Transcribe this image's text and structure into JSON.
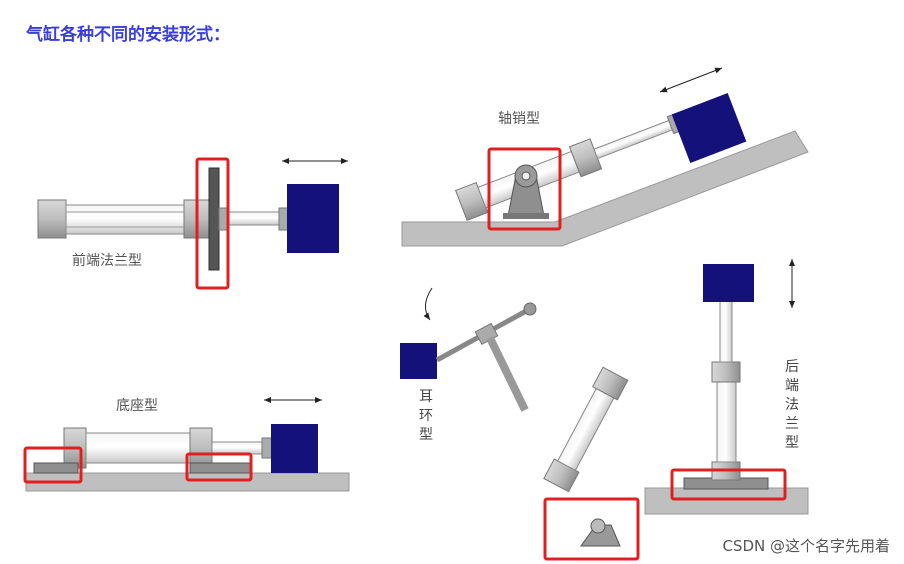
{
  "heading": "气缸各种不同的安装形式：",
  "labels": {
    "front_flange": "前端法兰型",
    "trunnion": "轴销型",
    "foot": "底座型",
    "clevis": "耳环型",
    "rear_flange": "后端法兰型"
  },
  "watermark": "CSDN @这个名字先用着",
  "colors": {
    "heading": "#3a3fd8",
    "load_block": "#14127a",
    "highlight": "#e02020",
    "base": "#bfbfbf"
  }
}
